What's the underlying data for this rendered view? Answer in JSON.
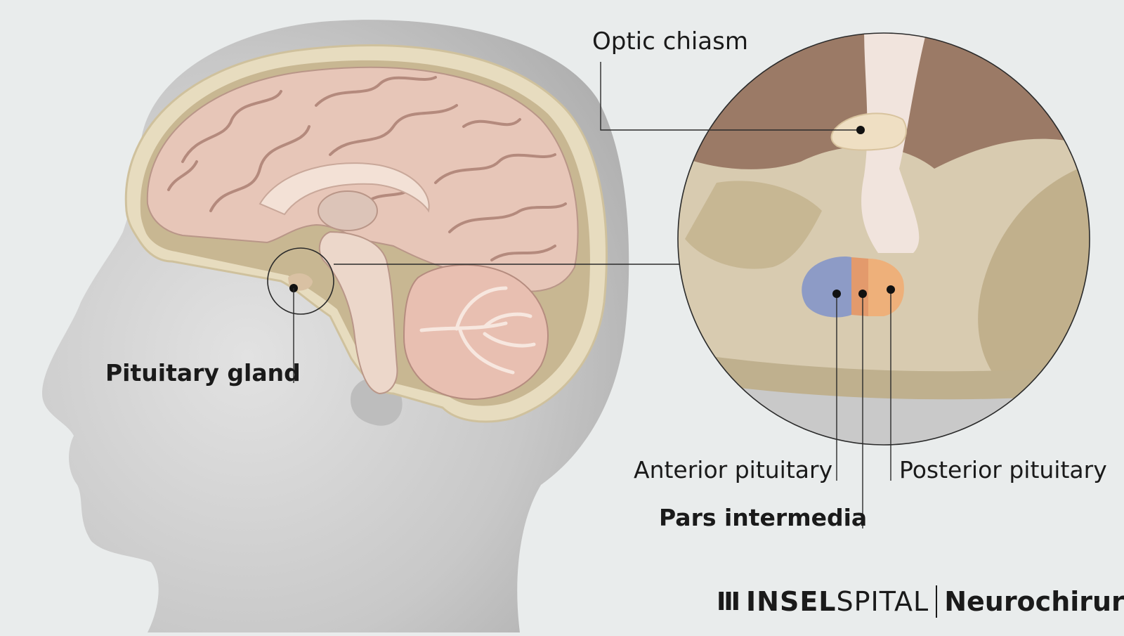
{
  "labels": {
    "optic_chiasm": "Optic chiasm",
    "pituitary_gland": "Pituitary gland",
    "anterior_pituitary": "Anterior pituitary",
    "posterior_pituitary": "Posterior pituitary",
    "pars_intermedia": "Pars intermedia"
  },
  "logo": {
    "mark": "Ⅲ",
    "part1": "INSEL",
    "part2": "SPITAL",
    "department": "Neurochirurgie"
  },
  "colors": {
    "background": "#e9ecec",
    "head": "#c9c9c9",
    "brain": "#e7c6b8",
    "anterior": "#8d9bc6",
    "pars": "#e39a6c",
    "posterior": "#eeb07a",
    "optic_chiasm": "#efdfc3"
  }
}
